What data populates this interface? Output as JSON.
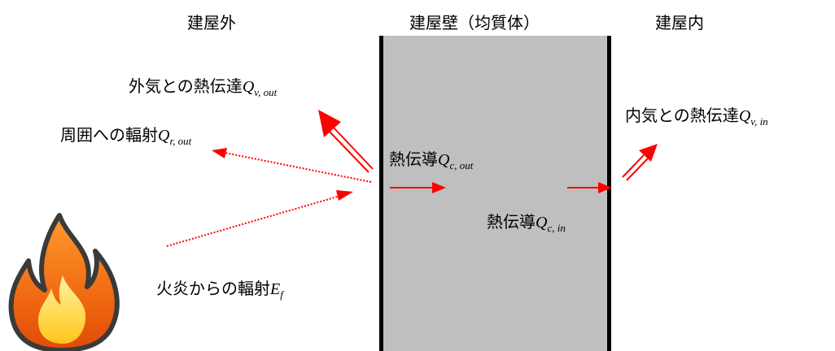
{
  "headers": {
    "outside": "建屋外",
    "wall": "建屋壁（均質体）",
    "inside": "建屋内"
  },
  "labels": {
    "conv_out": {
      "text": "外気との熱伝達",
      "symbol": "Q",
      "sub": "v, out"
    },
    "rad_out": {
      "text": "周囲への輻射",
      "symbol": "Q",
      "sub": "r, out"
    },
    "cond_out": {
      "text": "熱伝導",
      "symbol": "Q",
      "sub": "c, out"
    },
    "cond_in": {
      "text": "熱伝導",
      "symbol": "Q",
      "sub": "c, in"
    },
    "conv_in": {
      "text": "内気との熱伝達",
      "symbol": "Q",
      "sub": "v, in"
    },
    "flame_rad": {
      "text": "火炎からの輻射",
      "symbol": "E",
      "sub": "f"
    }
  },
  "colors": {
    "arrow": "#ff0000",
    "wall_fill": "#bfbfbf",
    "wall_edge": "#000000",
    "flame_outer": "#e8500e",
    "flame_inner": "#ffd21f"
  },
  "icons": {
    "flame": "flame-icon"
  }
}
